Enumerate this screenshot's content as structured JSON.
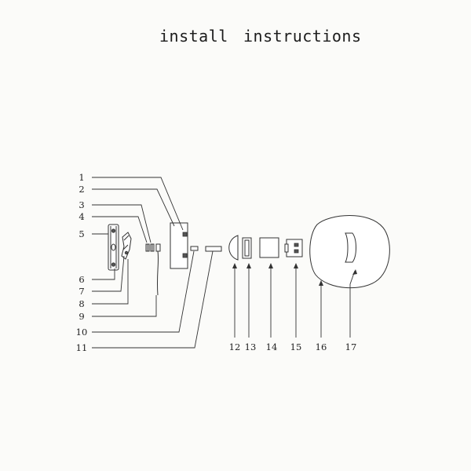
{
  "document": {
    "title_word1": "install",
    "title_word2": "instructions"
  },
  "callouts": {
    "left": [
      "1",
      "2",
      "3",
      "4",
      "5",
      "6",
      "7",
      "8",
      "9",
      "10",
      "11"
    ],
    "bottom": [
      "12",
      "13",
      "14",
      "15",
      "16",
      "17"
    ]
  }
}
